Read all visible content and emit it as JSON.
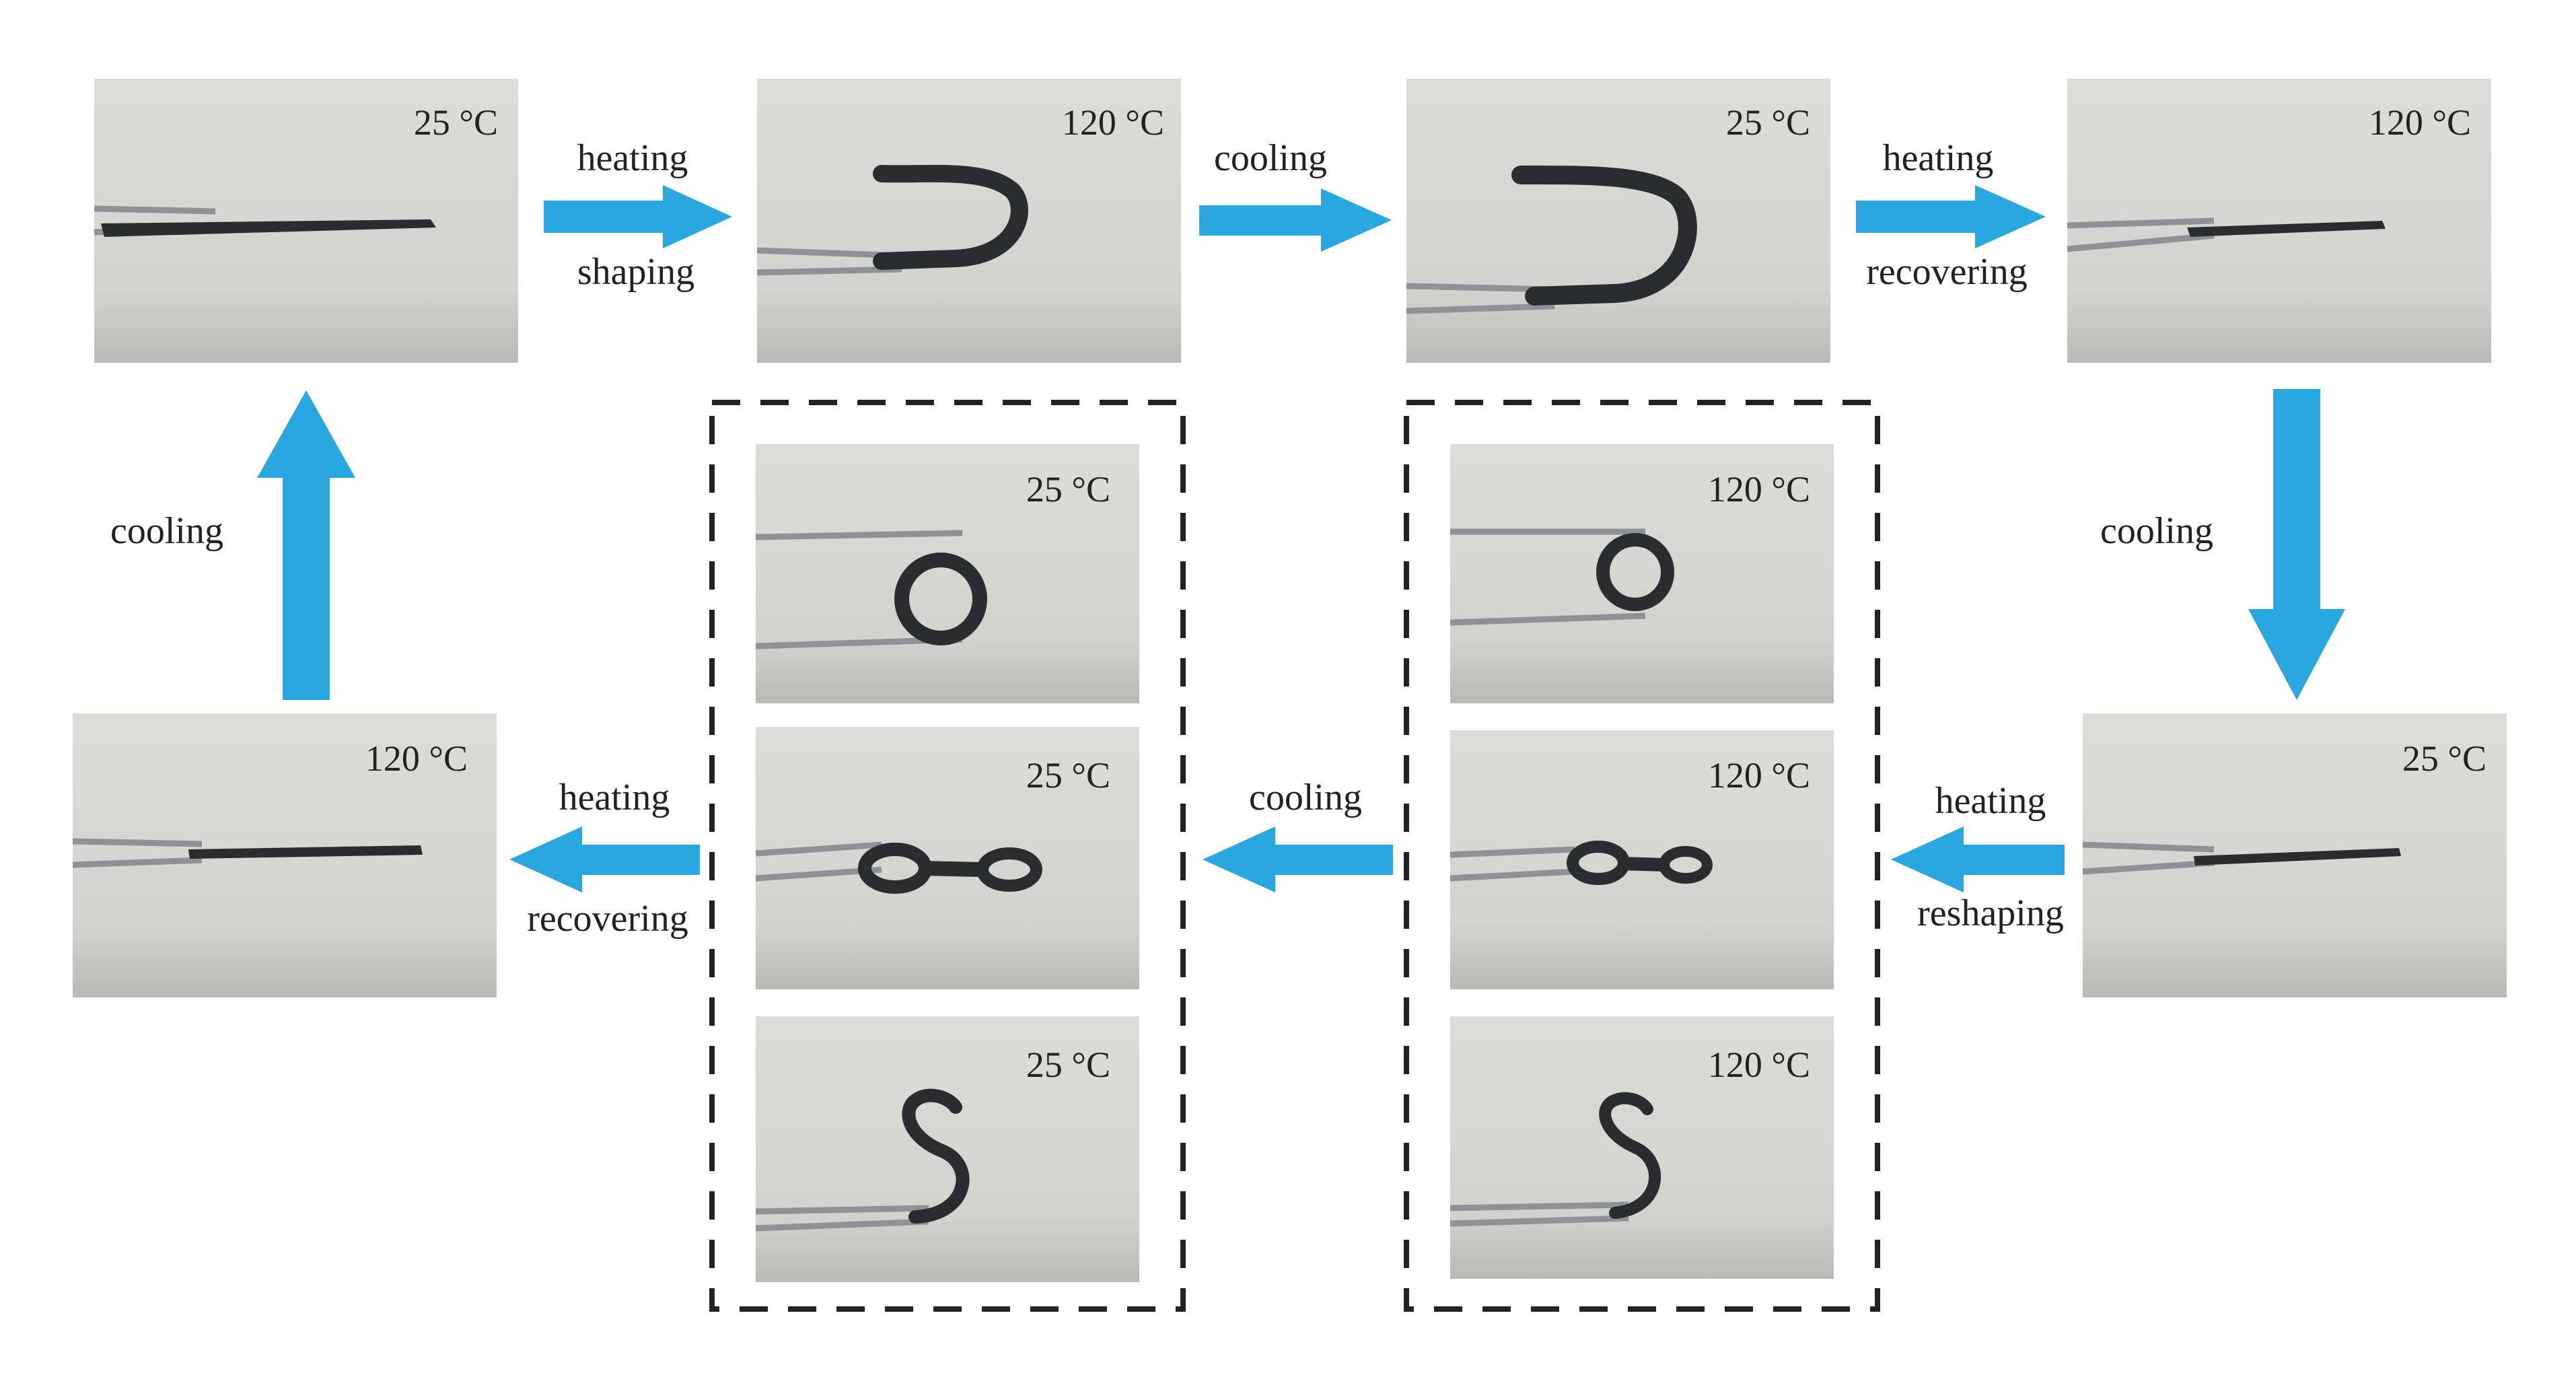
{
  "colors": {
    "arrow": "#2aa7df",
    "photo_bg": "#d6d6d3",
    "specimen": "#2a2c30",
    "tweezer": "#8e9196",
    "dash": "#222222",
    "text": "#222222"
  },
  "panels": {
    "p1_temp": "25 °C",
    "p2_temp": "120 °C",
    "p3_temp": "25 °C",
    "p4_temp": "120 °C",
    "p5_temp": "25 °C",
    "p6_temp": "120 °C",
    "m1_temp": "25 °C",
    "m2_temp": "25 °C",
    "m3_temp": "25 °C",
    "r1_temp": "120 °C",
    "r2_temp": "120 °C",
    "r3_temp": "120 °C"
  },
  "labels": {
    "a1_top": "heating",
    "a1_bottom": "shaping",
    "a2": "cooling",
    "a3_top": "heating",
    "a3_bottom": "recovering",
    "a4": "cooling",
    "a5_top": "heating",
    "a5_bottom": "reshaping",
    "a6": "cooling",
    "a7_top": "heating",
    "a7_bottom": "recovering",
    "a8": "cooling"
  }
}
